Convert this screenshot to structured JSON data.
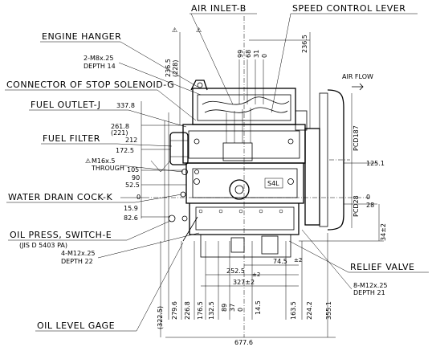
{
  "labels": {
    "air_inlet": "AIR INLET-B",
    "speed_control_lever": "SPEED CONTROL LEVER",
    "engine_hanger": "ENGINE HANGER",
    "m8_thread": "2-M8x.25",
    "m8_depth": "DEPTH 14",
    "connector_stop_solenoid": "CONNECTOR OF STOP SOLENOID-G",
    "fuel_outlet": "FUEL OUTLET-J",
    "fuel_filter": "FUEL FILTER",
    "m16_thread": "M16x.5",
    "m16_through": "THROUGH",
    "water_drain_cock": "WATER DRAIN COCK-K",
    "oil_press_switch": "OIL PRESS, SWITCH-E",
    "jis_ref": "(JIS D 5403 PA)",
    "m12_thread_left": "4-M12x.25",
    "m12_depth_left": "DEPTH 22",
    "oil_level_gage": "OIL LEVEL GAGE",
    "relief_valve": "RELIEF VALVE",
    "m12_thread_right": "8-M12x.25",
    "m12_depth_right": "DEPTH 21",
    "air_flow": "AIR FLOW",
    "pcd_187": "PCD187",
    "pcd_28": "PCD28",
    "model": "S4L",
    "warn_mark": "⚠"
  },
  "dims_left": {
    "d337_8": "337.8",
    "d261_8": "261.8",
    "d221": "(221)",
    "d212": "212",
    "d172_5": "172.5",
    "d105": "105",
    "d90": "90",
    "d52_5": "52.5",
    "d0": "0",
    "d15_9": "15.9",
    "d82_6": "82.6"
  },
  "dims_top": {
    "d236_5a": "236.5",
    "d228": "(228)",
    "d236_5b": "236.5",
    "d99": "99",
    "d68": "68",
    "d31": "31",
    "d0": "0"
  },
  "dims_right": {
    "d125_1": "125.1",
    "d0": "0",
    "d28": "28",
    "d34": "34±2"
  },
  "dims_bottom": {
    "d74_5": "74.5",
    "tol_74": "±2",
    "d252_5": "252.5",
    "tol_252": "±2",
    "d327": "327±2",
    "d677_6": "677.6",
    "v322_5": "(322.5)",
    "v279_6": "279.6",
    "v226_8": "226.8",
    "v176_5": "176.5",
    "v132_5": "132.5",
    "v89": "89",
    "v37": "37",
    "v0": "0",
    "v14_5": "14.5",
    "v163_5": "163.5",
    "v224_2": "224.2",
    "v355_1": "355.1"
  }
}
